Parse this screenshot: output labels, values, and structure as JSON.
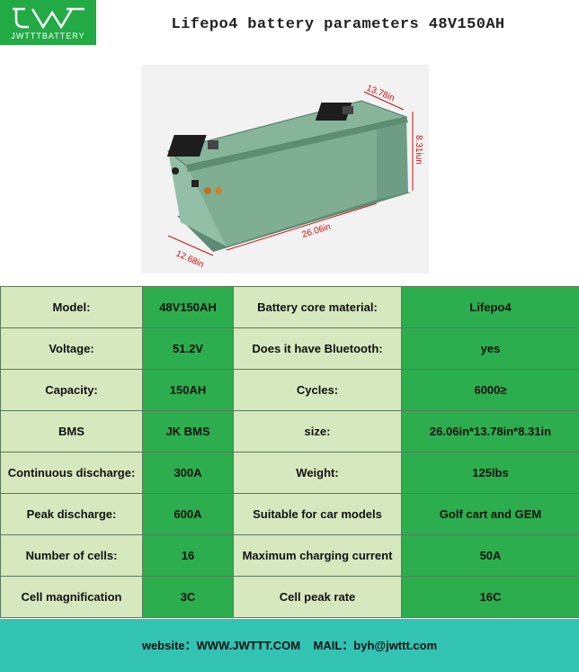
{
  "header": {
    "logo_text": "JWTTTBATTERY",
    "title": "Lifepo4 battery parameters 48V150AH"
  },
  "dimensions": {
    "width": "13.78in",
    "height": "8.31iun",
    "length": "26.06in",
    "depth": "12.68in"
  },
  "specs": [
    {
      "label1": "Model:",
      "value1": "48V150AH",
      "label2": "Battery core material:",
      "value2": "Lifepo4"
    },
    {
      "label1": "Voltage:",
      "value1": "51.2V",
      "label2": "Does it have Bluetooth:",
      "value2": "yes"
    },
    {
      "label1": "Capacity:",
      "value1": "150AH",
      "label2": "Cycles:",
      "value2": "6000≥"
    },
    {
      "label1": "BMS",
      "value1": "JK BMS",
      "label2": "size:",
      "value2": "26.06in*13.78in*8.31in"
    },
    {
      "label1": "Continuous discharge:",
      "value1": "300A",
      "label2": "Weight:",
      "value2": "125lbs"
    },
    {
      "label1": "Peak discharge:",
      "value1": "600A",
      "label2": "Suitable for car models",
      "value2": "Golf cart and GEM"
    },
    {
      "label1": "Number of cells:",
      "value1": "16",
      "label2": "Maximum charging current",
      "value2": "50A"
    },
    {
      "label1": "Cell magnification",
      "value1": "3C",
      "label2": "Cell peak rate",
      "value2": "16C"
    }
  ],
  "footer": {
    "website_label": "website：",
    "website": "WWW.JWTTT.COM",
    "mail_label": "MAIL：",
    "mail": "byh@jwttt.com"
  },
  "colors": {
    "brand_green": "#22aa44",
    "label_cell": "#d6e8be",
    "value_cell": "#2cae4e",
    "footer": "#33c3b3"
  }
}
